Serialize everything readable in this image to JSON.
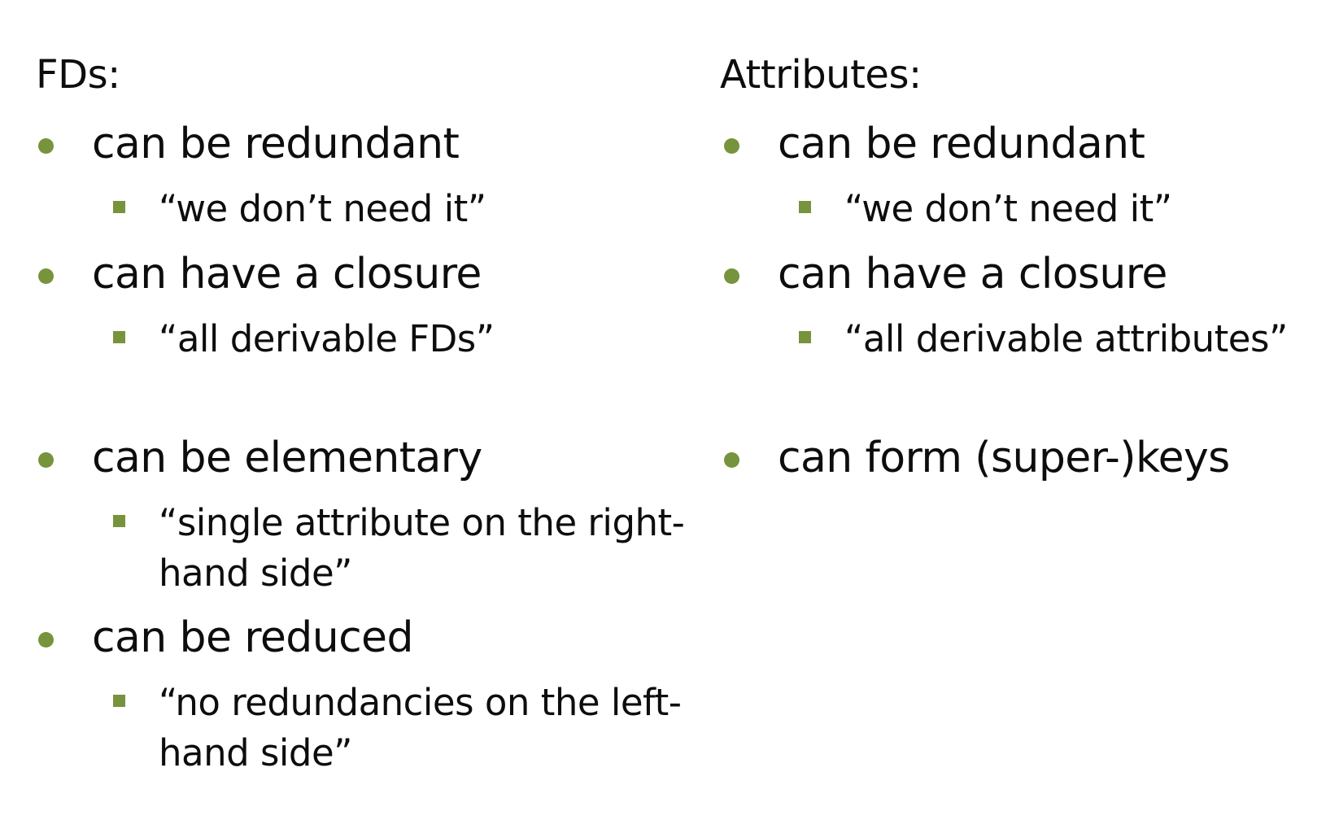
{
  "left": {
    "heading": "FDs:",
    "items": [
      {
        "label": "can be redundant",
        "sub": "“we don’t need it”"
      },
      {
        "label": "can have a closure",
        "sub": "“all derivable FDs”"
      },
      {
        "label": "can be elementary",
        "sub_line1": "“single attribute on the right-",
        "sub_line2": "hand side”"
      },
      {
        "label": "can be reduced",
        "sub_line1": "“no redundancies on the left-",
        "sub_line2": "hand side”"
      }
    ]
  },
  "right": {
    "heading": "Attributes:",
    "items": [
      {
        "label": "can be redundant",
        "sub": "“we don’t need it”"
      },
      {
        "label": "can have a closure",
        "sub": "“all derivable attributes”"
      },
      {
        "label": "can form (super-)keys"
      }
    ]
  },
  "colors": {
    "bullet": "#77933c",
    "text": "#0d0d0d",
    "background": "#ffffff"
  }
}
